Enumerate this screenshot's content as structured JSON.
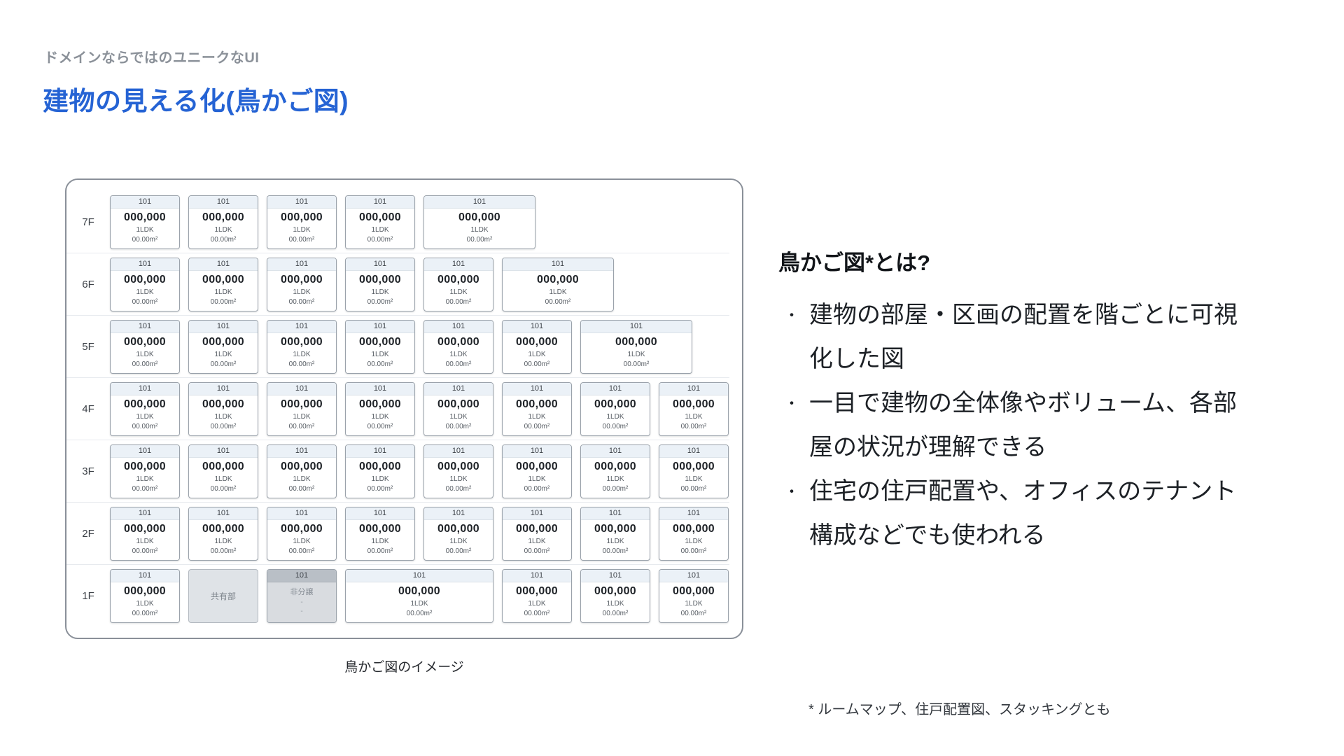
{
  "slide": {
    "kicker": "ドメインならではのユニークなUI",
    "title": "建物の見える化(鳥かご図)",
    "caption": "鳥かご図のイメージ",
    "footnote": "* ルームマップ、住戸配置図、スタッキングとも"
  },
  "info": {
    "heading": "鳥かご図*とは?",
    "bullet_glyph": "・",
    "bullets": [
      "建物の部屋・区画の配置を階ごとに可視化した図",
      "一目で建物の全体像やボリューム、各部屋の状況が理解できる",
      "住宅の住戸配置や、オフィスのテナント構成などでも使われる"
    ]
  },
  "diagram": {
    "unit_defaults": {
      "number": "101",
      "price": "000,000",
      "layout": "1LDK",
      "area": "00.00m²"
    },
    "special_cells": {
      "common_label": "共有部",
      "unsold_number": "101",
      "unsold_label": "非分譲",
      "unsold_dash": "-"
    },
    "floors": [
      {
        "label": "7F",
        "cells": [
          "room",
          "room",
          "room",
          "room",
          "room-wide"
        ]
      },
      {
        "label": "6F",
        "cells": [
          "room",
          "room",
          "room",
          "room",
          "room",
          "room-wide"
        ]
      },
      {
        "label": "5F",
        "cells": [
          "room",
          "room",
          "room",
          "room",
          "room",
          "room",
          "room-wide"
        ]
      },
      {
        "label": "4F",
        "cells": [
          "room",
          "room",
          "room",
          "room",
          "room",
          "room",
          "room",
          "room"
        ]
      },
      {
        "label": "3F",
        "cells": [
          "room",
          "room",
          "room",
          "room",
          "room",
          "room",
          "room",
          "room"
        ]
      },
      {
        "label": "2F",
        "cells": [
          "room",
          "room",
          "room",
          "room",
          "room",
          "room",
          "room",
          "room"
        ]
      },
      {
        "label": "1F",
        "cells": [
          "room",
          "common",
          "unsold",
          "room-wide2",
          "room",
          "room",
          "room"
        ]
      }
    ],
    "colors": {
      "accent_title": "#2563d4",
      "card_header_bg": "#ebf1f7",
      "card_border": "#9aa2ab",
      "common_bg": "#dfe3e7",
      "unsold_header_bg": "#b9bfc6",
      "unsold_body_bg": "#d9dce0"
    }
  }
}
